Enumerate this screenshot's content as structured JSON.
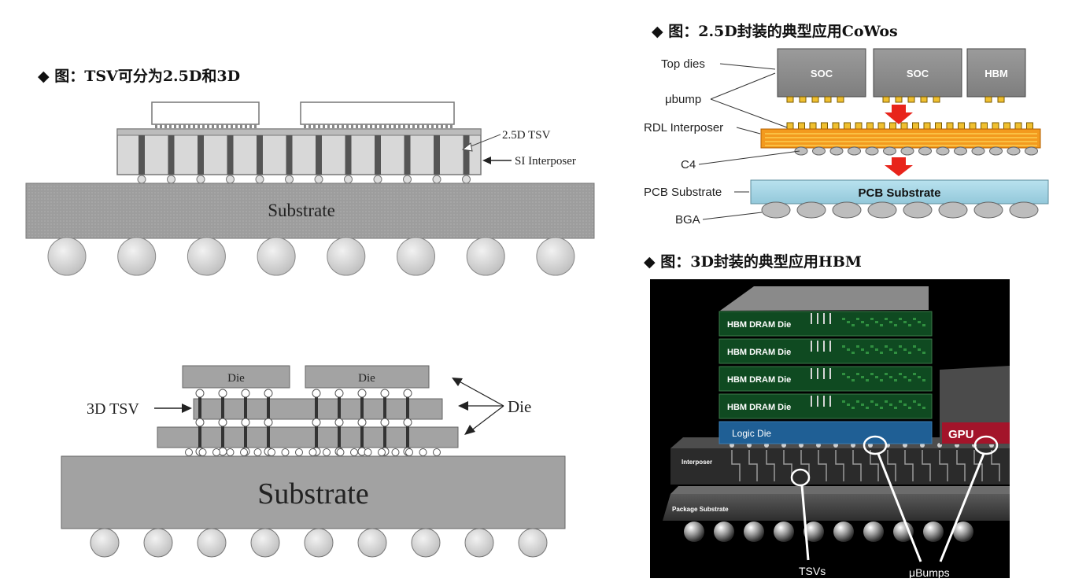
{
  "left": {
    "title": "◆ 图：TSV可分为2.5D和3D",
    "d25": {
      "tsv_label": "2.5D TSV",
      "interposer_label": "SI Interposer",
      "substrate_label": "Substrate"
    },
    "d3": {
      "tsv_label": "3D TSV",
      "die_label": "Die",
      "die_top_left": "Die",
      "die_top_right": "Die",
      "substrate_label": "Substrate"
    }
  },
  "cowos": {
    "title": "◆ 图：2.5D封装的典型应用CoWos",
    "top_dies_label": "Top dies",
    "ubump_label": "μbump",
    "rdl_label": "RDL Interposer",
    "c4_label": "C4",
    "pcb_label": "PCB Substrate",
    "bga_label": "BGA",
    "die_soc1": "SOC",
    "die_soc2": "SOC",
    "die_hbm": "HBM",
    "pcb_inner": "PCB Substrate"
  },
  "hbm": {
    "title": "◆ 图：3D封装的典型应用HBM",
    "dram_labels": [
      "HBM DRAM Die",
      "HBM DRAM Die",
      "HBM DRAM Die",
      "HBM DRAM Die"
    ],
    "logic_label": "Logic Die",
    "gpu_label": "GPU",
    "interposer_label": "Interposer",
    "package_label": "Package Substrate",
    "tsv_label": "TSVs",
    "ubump_label": "μBumps"
  },
  "colors": {
    "substrate": "#9c9c9c",
    "interposer": "#d0d0d0",
    "rdl_orange": "#f39a1e",
    "arrow_red": "#e8241b",
    "pcb_blue": "#a7d6e6",
    "die_gray": "#8e8e8e",
    "dram_green": "#0f4a21",
    "logic_blue": "#1f5f95",
    "gpu_red": "#a3142a"
  }
}
